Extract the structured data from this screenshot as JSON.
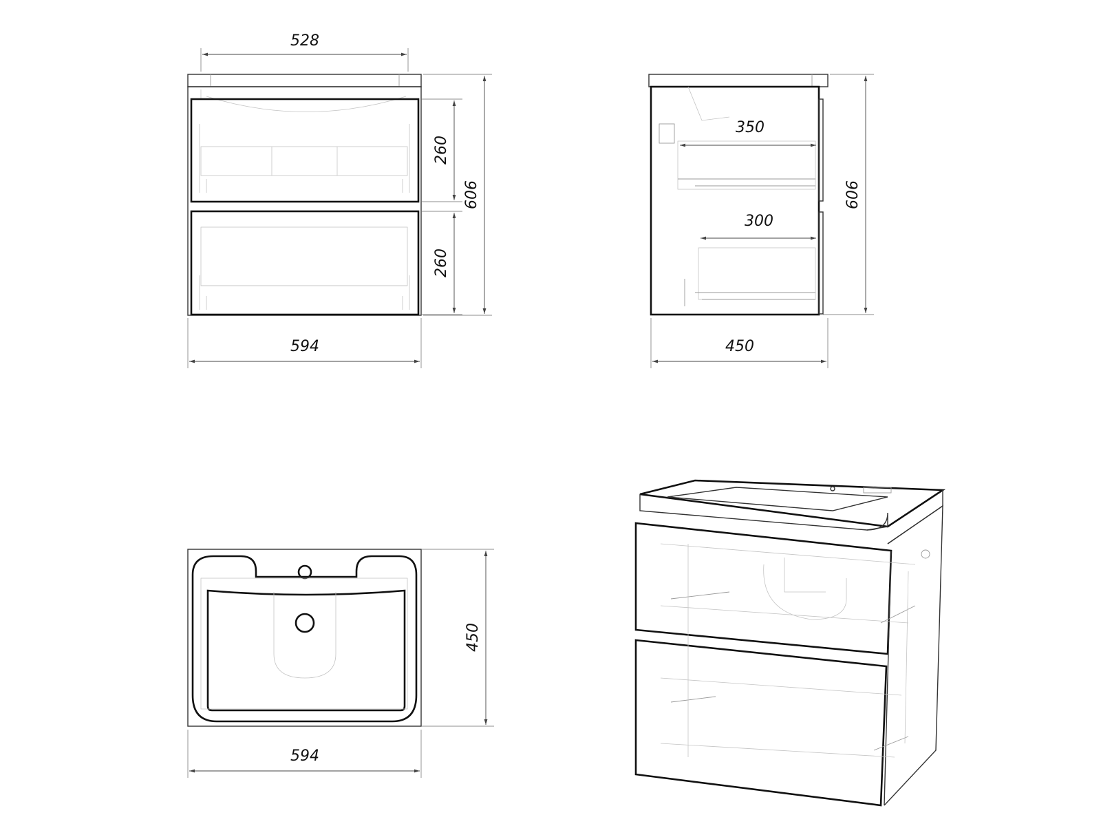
{
  "drawing": {
    "front_view": {
      "top_width_label": "528",
      "total_width_label": "594",
      "total_height_label": "606",
      "upper_drawer_height_label": "260",
      "lower_drawer_height_label": "260"
    },
    "side_view": {
      "depth_label": "450",
      "total_height_label": "606",
      "upper_drawer_depth_label": "350",
      "lower_drawer_depth_label": "300"
    },
    "top_view": {
      "width_label": "594",
      "depth_label": "450"
    },
    "colors": {
      "line": "#111111",
      "background": "#ffffff"
    }
  }
}
